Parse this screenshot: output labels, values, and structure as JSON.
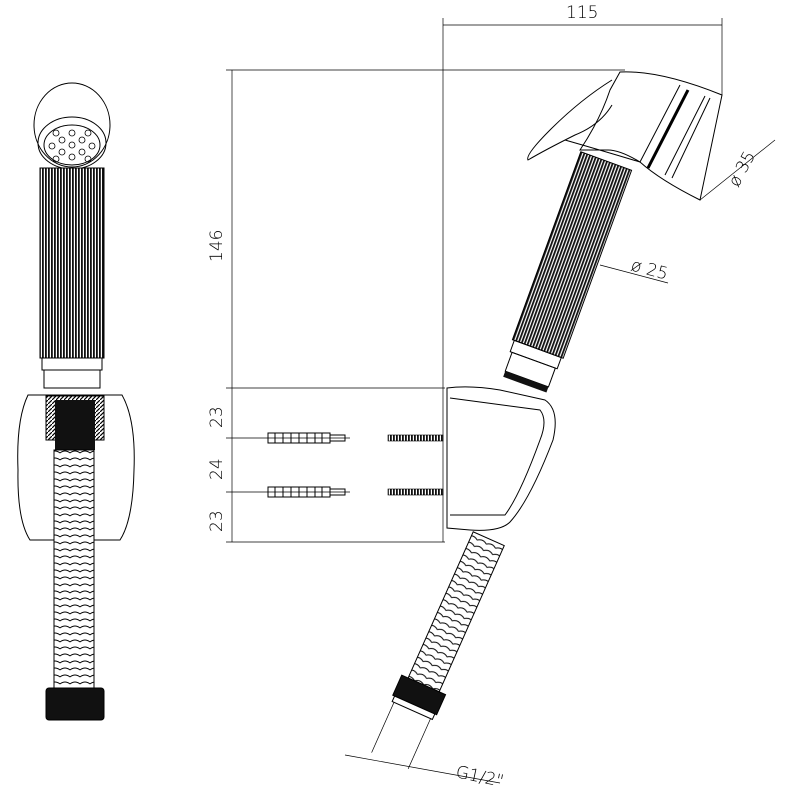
{
  "dimensions": {
    "width": "115",
    "height": "146",
    "mount_top": "23",
    "mount_middle": "24",
    "mount_bottom": "23",
    "head_diameter": "ø 35",
    "handle_diameter": "ø 25",
    "thread": "G1/2\""
  },
  "colors": {
    "line": "#000000",
    "background": "#ffffff"
  }
}
